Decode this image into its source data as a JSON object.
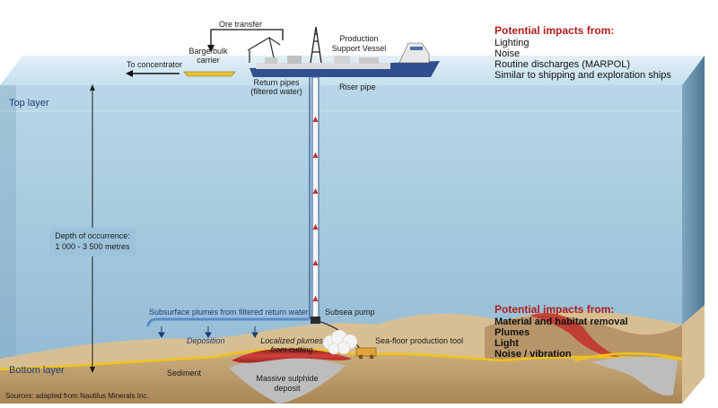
{
  "labels": {
    "ore_transfer": "Ore transfer",
    "barge_line1": "Barge/bulk",
    "barge_line2": "carrier",
    "to_concentrator": "To concentrator",
    "vessel_line1": "Production",
    "vessel_line2": "Support Vessel",
    "return_pipes_line1": "Return pipes",
    "return_pipes_line2": "(filtered water)",
    "riser_pipe": "Riser pipe",
    "top_layer": "Top layer",
    "bottom_layer": "Bottom layer",
    "depth_line1": "Depth of occurrence:",
    "depth_line2": "1 000 - 3 500 metres",
    "subsurface_plumes": "Subsurface plumes from filtered return water",
    "subsea_pump": "Subsea pump",
    "deposition": "Deposition",
    "localized_line1": "Localized plumes",
    "localized_line2": "from cutting",
    "seafloor_tool": "Sea-floor production tool",
    "sediment": "Sediment",
    "massive_line1": "Massive sulphide",
    "massive_line2": "deposit",
    "source": "Sources: adapted from Nautilus Minerals Inc."
  },
  "impacts_surface": {
    "title": "Potential impacts from:",
    "items": [
      "Lighting",
      "Noise",
      "Routine discharges (MARPOL)",
      "Similar to shipping and exploration ships"
    ]
  },
  "impacts_seafloor": {
    "title": "Potential impacts from:",
    "items": [
      "Material and habitat removal",
      "Plumes",
      "Light",
      "Noise / vibration"
    ]
  },
  "colors": {
    "ocean_front": "#9dc3db",
    "ocean_top": "#c9e2ef",
    "ocean_side": "#5f8aa6",
    "seabed": "#c7ab7a",
    "seabed_dark": "#a07a4a",
    "sediment_line": "#f2c318",
    "deposit_red": "#c0302c",
    "deposit_grey": "#b7b7b7",
    "impact_title": "#b01c1c",
    "layer_text": "#1f3d73"
  }
}
